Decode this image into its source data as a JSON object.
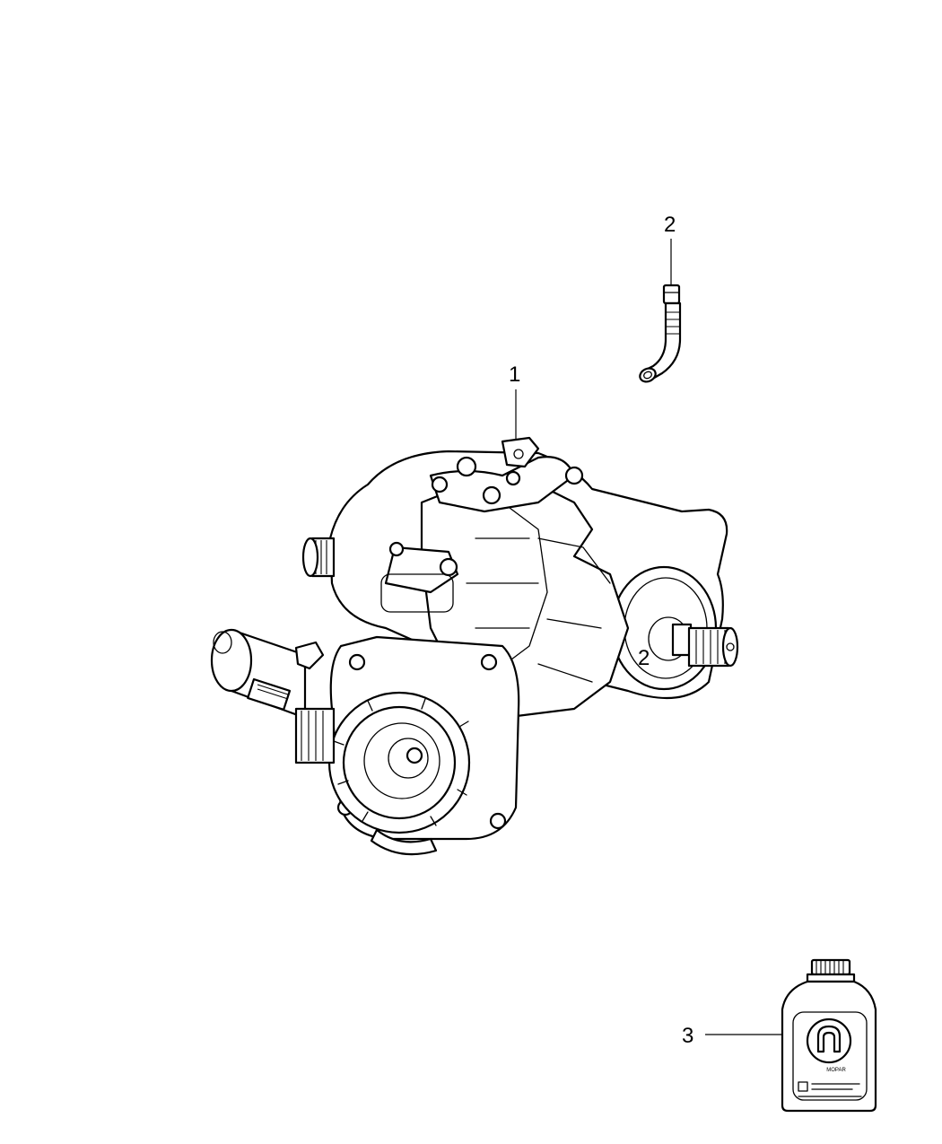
{
  "callouts": {
    "hose_top": "2",
    "assembly": "1",
    "hose_side": "2",
    "fluid": "3"
  },
  "bottle_brand": "MOPAR",
  "colors": {
    "line": "#000000",
    "background": "#ffffff"
  }
}
